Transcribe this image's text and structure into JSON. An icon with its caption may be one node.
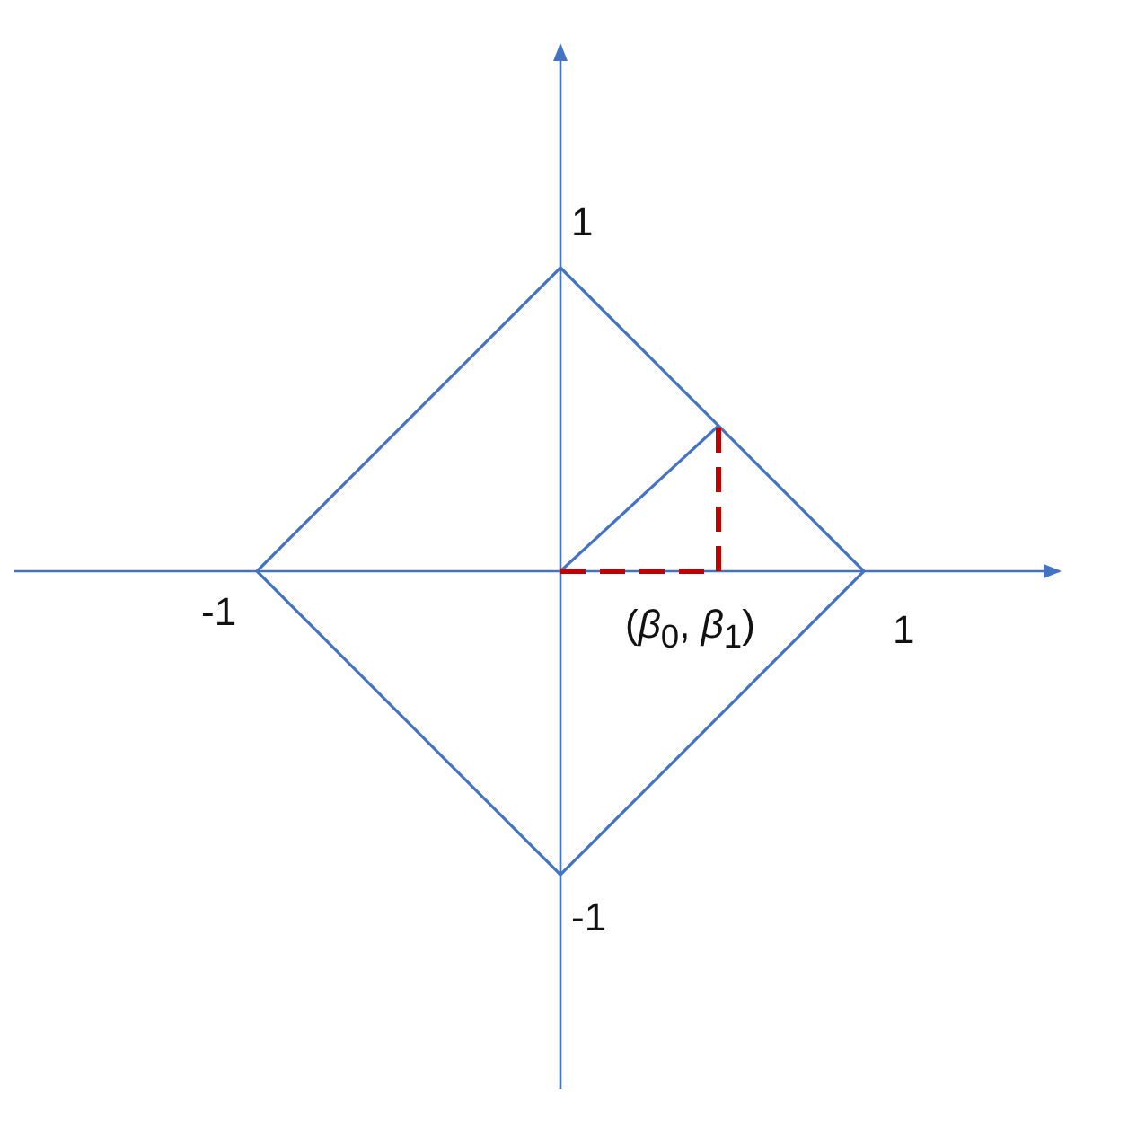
{
  "diagram": {
    "labels": [
      "1",
      "-1",
      "(*β*$_{0}$, *β*$_{1}$)",
      "1",
      "-1"
    ]
  }
}
